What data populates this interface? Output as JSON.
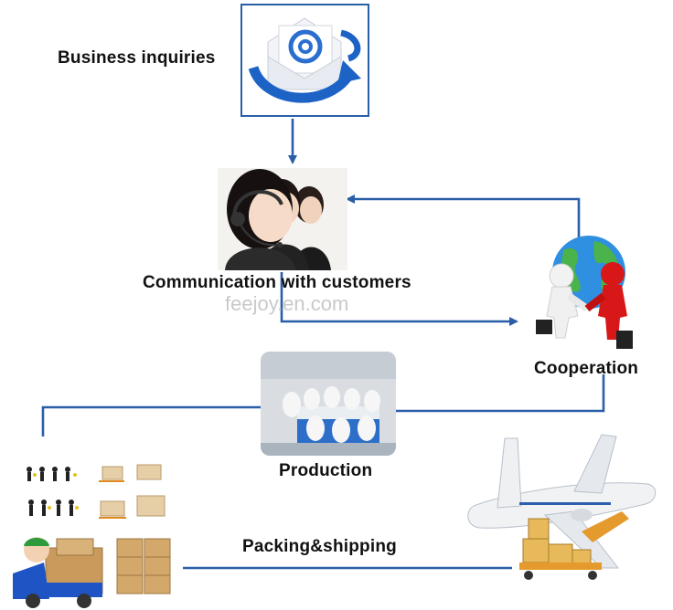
{
  "diagram": {
    "steps": {
      "inquiries": "Business inquiries",
      "communication": "Communication with customers",
      "cooperation": "Cooperation",
      "production": "Production",
      "packing": "Packing&shipping"
    },
    "watermark": "feejoy.en.com"
  },
  "icons": {
    "inquiries": "email-at-envelope-icon",
    "communication": "call-center-operators-icon",
    "cooperation": "handshake-globe-icon",
    "production": "factory-workers-photo",
    "packing_workers": "workers-silhouettes-icon",
    "packing_boxes": "pallet-boxes-icon",
    "delivery": "delivery-truck-icon",
    "cartons": "stacked-cartons-icon",
    "shipping": "cargo-airplane-icon"
  },
  "colors": {
    "line": "#2a5fa8",
    "accent_blue": "#1f6fd1",
    "cooperation_red": "#d81818"
  }
}
